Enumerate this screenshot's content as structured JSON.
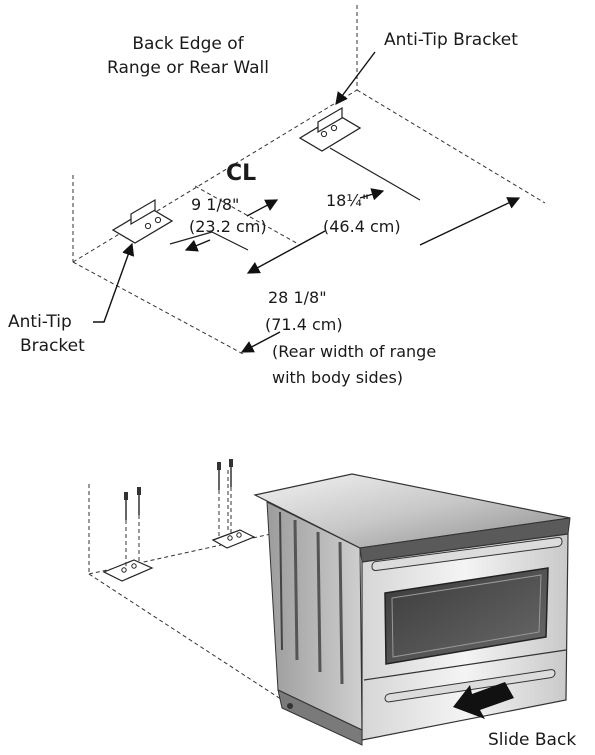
{
  "labels": {
    "back_edge_line1": "Back Edge of",
    "back_edge_line2": "Range or Rear Wall",
    "anti_tip_top": "Anti-Tip Bracket",
    "anti_tip_left_line1": "Anti-Tip",
    "anti_tip_left_line2": "Bracket",
    "centerline": "CL",
    "slide_back": "Slide Back"
  },
  "dimensions": {
    "d1_imperial": "9 1/8\"",
    "d1_metric": "(23.2 cm)",
    "d2_imperial": "18¼\"",
    "d2_metric": "(46.4 cm)",
    "d3_imperial": "28 1/8\"",
    "d3_metric": "(71.4 cm)",
    "d3_note_line1": "(Rear width of range",
    "d3_note_line2": "with body sides)"
  },
  "colors": {
    "ink": "#1a1a1a",
    "steel_light": "#e8e8e8",
    "steel_mid": "#bdbdbd",
    "steel_dark": "#6e6e6e",
    "cooktop": "#9a9a9a"
  }
}
